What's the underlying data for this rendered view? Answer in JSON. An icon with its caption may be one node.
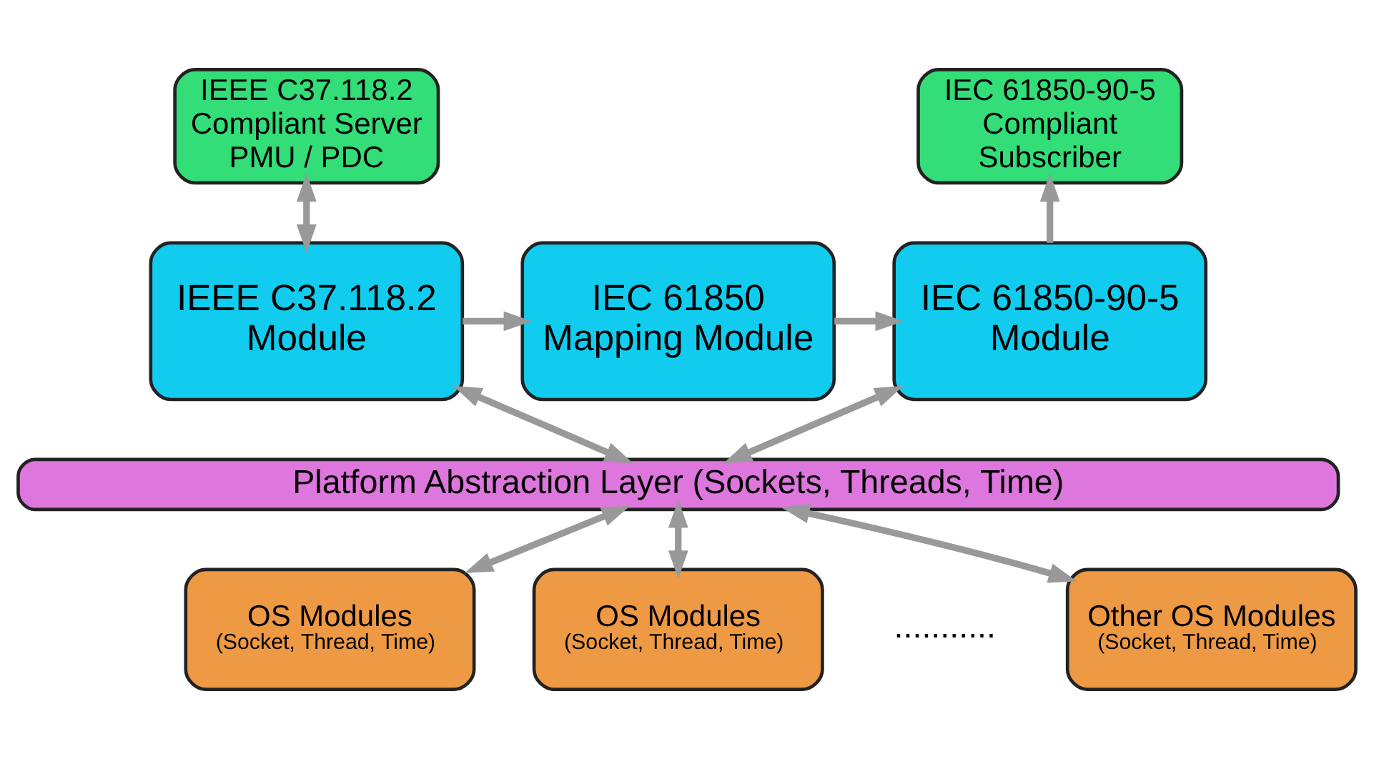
{
  "diagram": {
    "nodes": [
      {
        "text": [
          "IEEE C37.118.2 Compliant Server PMU / PDC"
        ]
      },
      {
        "text": [
          "IEC 61850-90-5 Compliant Subscriber"
        ]
      },
      {
        "text": [
          "IEEE C37.118.2 Module"
        ]
      },
      {
        "text": [
          "IEC 61850 Mapping Module"
        ]
      },
      {
        "text": [
          "IEC 61850-90-5 Module"
        ]
      },
      {
        "text": [
          "Platform Abstraction Layer (Sockets, Threads, Time)"
        ]
      },
      {
        "text": [
          "OS Modules",
          "(Socket, Thread, Time)"
        ]
      },
      {
        "text": [
          "OS Modules",
          "(Socket, Thread, Time)"
        ]
      },
      {
        "text": [
          "Other OS Modules",
          "(Socket, Thread, Time)"
        ]
      }
    ],
    "edges": [
      {
        "from": 0,
        "to": 2,
        "arrow": "both"
      },
      {
        "from": 2,
        "to": 3,
        "arrow": "to"
      },
      {
        "from": 3,
        "to": 4,
        "arrow": "to"
      },
      {
        "from": 4,
        "to": 1,
        "arrow": "to"
      },
      {
        "from": 2,
        "to": 5,
        "arrow": "both"
      },
      {
        "from": 4,
        "to": 5,
        "arrow": "both"
      },
      {
        "from": 5,
        "to": 6,
        "arrow": "both"
      },
      {
        "from": 5,
        "to": 7,
        "arrow": "both"
      },
      {
        "from": 5,
        "to": 8,
        "arrow": "both"
      }
    ],
    "labels": [
      "..........."
    ]
  }
}
